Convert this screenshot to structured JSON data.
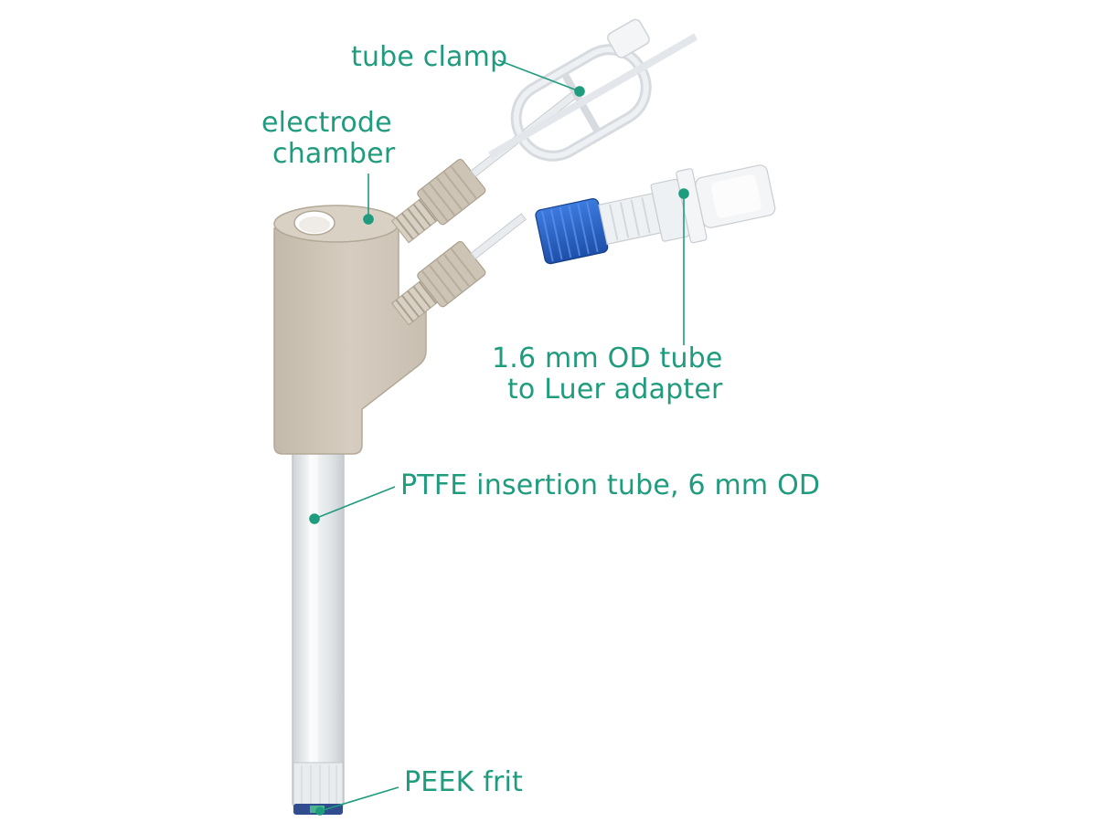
{
  "accent_color": "#1f9b7e",
  "labels": {
    "tube_clamp": "tube clamp",
    "electrode_chamber": [
      "electrode",
      "chamber"
    ],
    "luer_adapter": [
      "1.6 mm OD tube",
      "to Luer adapter"
    ],
    "insertion_tube": "PTFE insertion tube, 6 mm OD",
    "peek_frit": "PEEK frit"
  },
  "colors": {
    "peek_body": "#cfc6b8",
    "peek_shade": "#b8ae9f",
    "blue_cap": "#2a63c9",
    "clear_plastic": "#eef1f4",
    "tube_glass": "#e7e9ec"
  }
}
